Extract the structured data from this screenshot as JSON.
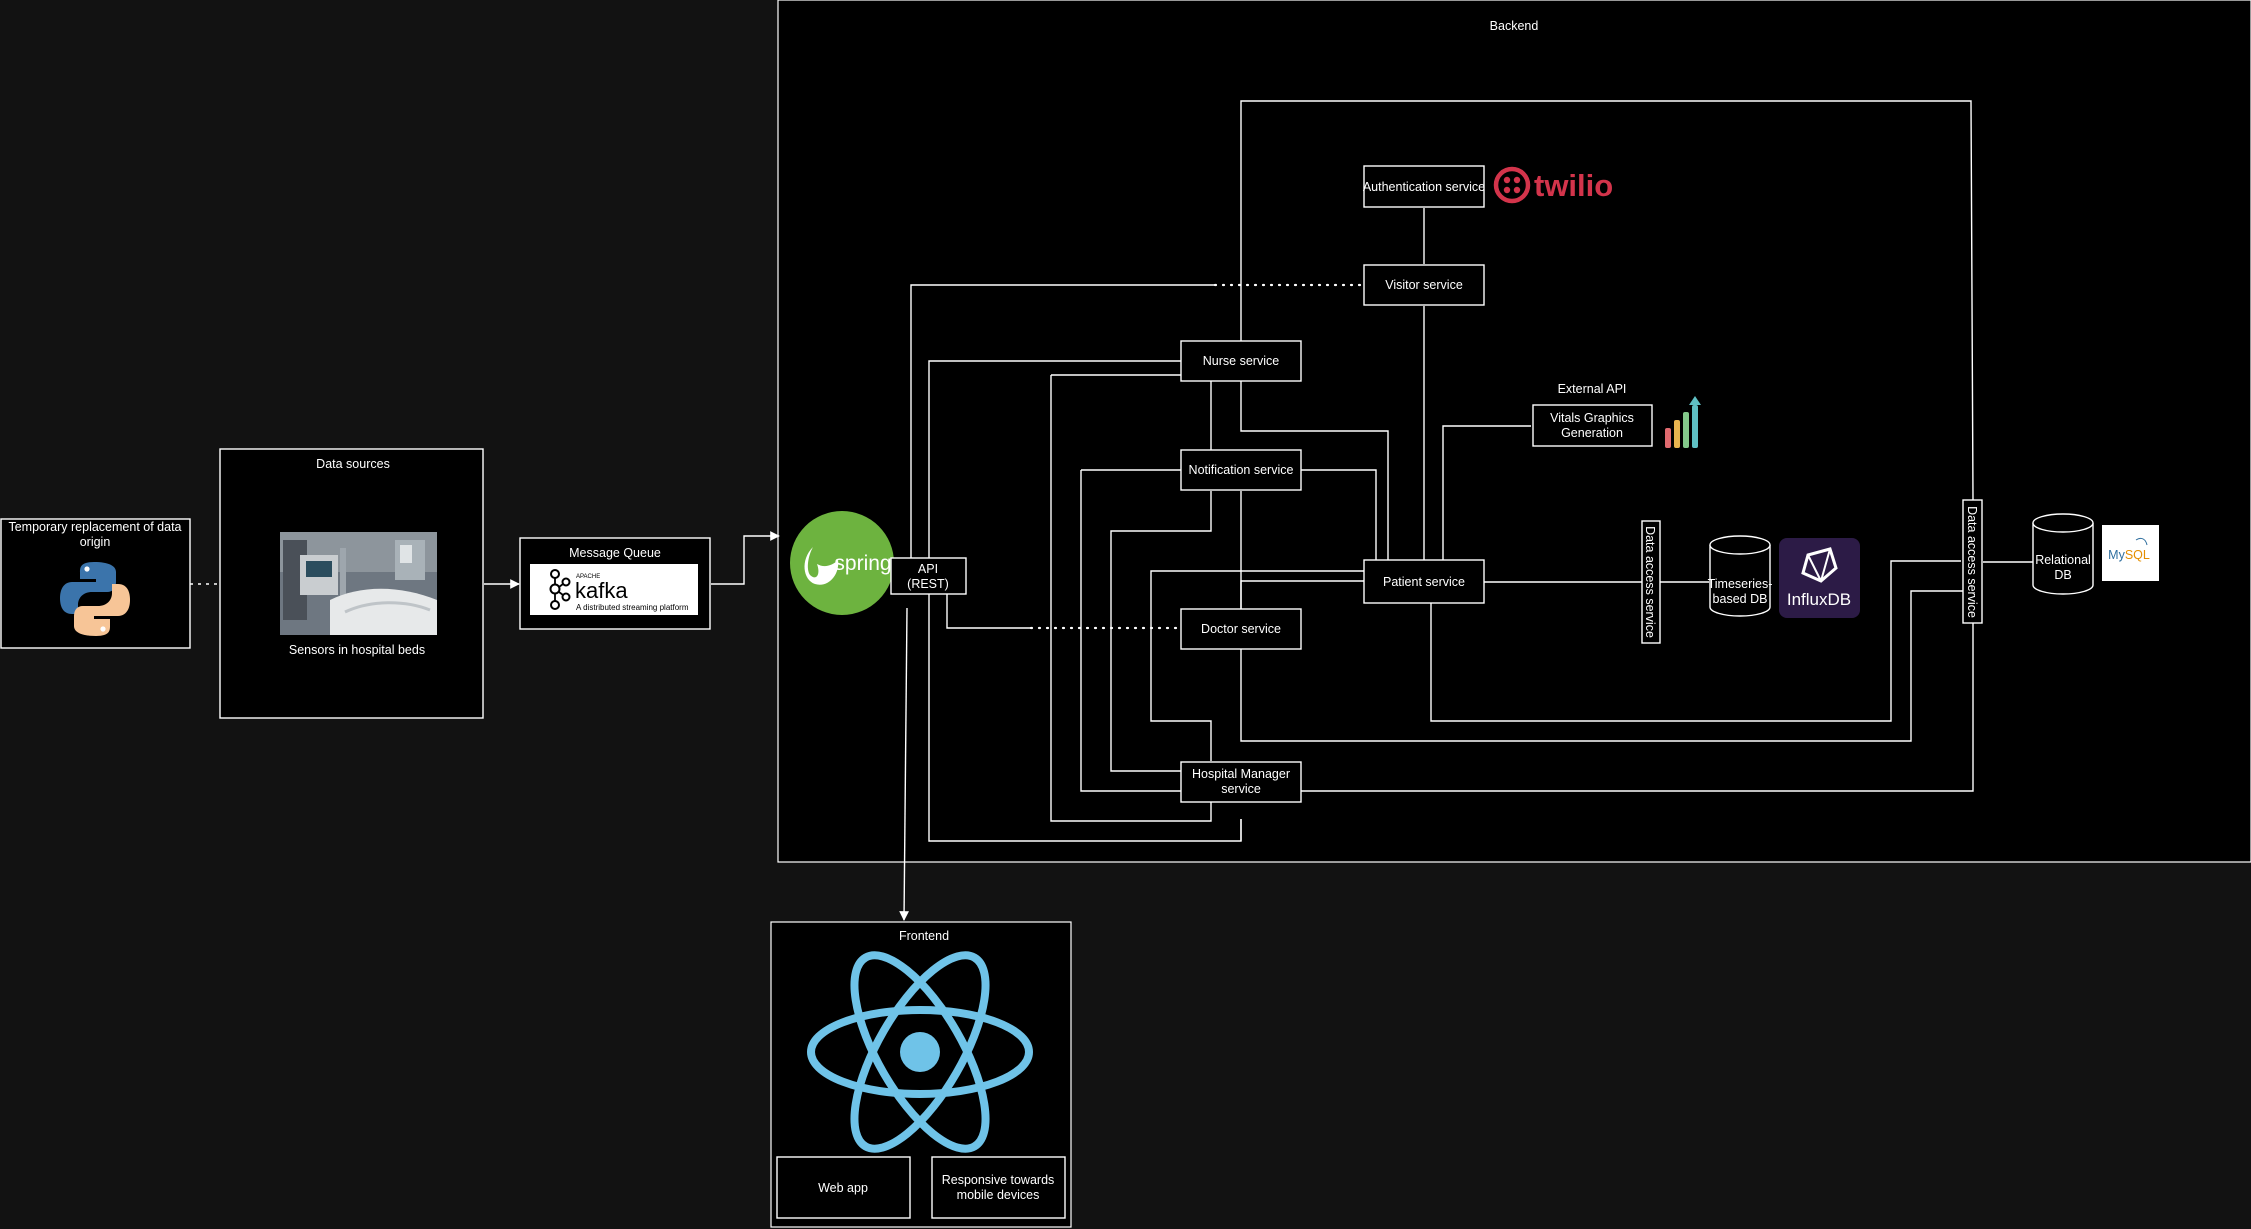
{
  "backend": {
    "title": "Backend"
  },
  "origin": {
    "label": "Temporary replacement of data origin",
    "icon": "python-logo-icon"
  },
  "data_sources": {
    "title": "Data sources",
    "caption": "Sensors in hospital beds",
    "photo": "hospital-bed-photo"
  },
  "message_queue": {
    "title": "Message Queue",
    "logo_small": "APACHE",
    "logo_word": "kafka",
    "logo_tagline": "A distributed streaming platform"
  },
  "spring": {
    "word": "spring"
  },
  "api": {
    "label": "API\n(REST)"
  },
  "services": {
    "authentication": "Authentication service",
    "visitor": "Visitor service",
    "nurse": "Nurse service",
    "notification": "Notification service",
    "patient": "Patient service",
    "doctor": "Doctor service",
    "hospital_manager": "Hospital Manager\nservice"
  },
  "twilio": {
    "word": "twilio",
    "color": "#d3344b"
  },
  "external_api": {
    "title": "External API",
    "label": "Vitals Graphics\nGeneration"
  },
  "timeseries": {
    "dal": "Data access service",
    "db": "Timeseries-\nbased DB",
    "brand": "InfluxDB",
    "brand_color": "#2c1b46"
  },
  "relational": {
    "dal": "Data access service",
    "db": "Relational\nDB",
    "brand": "MySQL"
  },
  "frontend": {
    "title": "Frontend",
    "web_app": "Web app",
    "responsive": "Responsive towards\nmobile devices",
    "react_color": "#6fc3e8"
  },
  "colors": {
    "spring_green": "#6db33f",
    "background": "#121212",
    "panel": "#000000"
  }
}
